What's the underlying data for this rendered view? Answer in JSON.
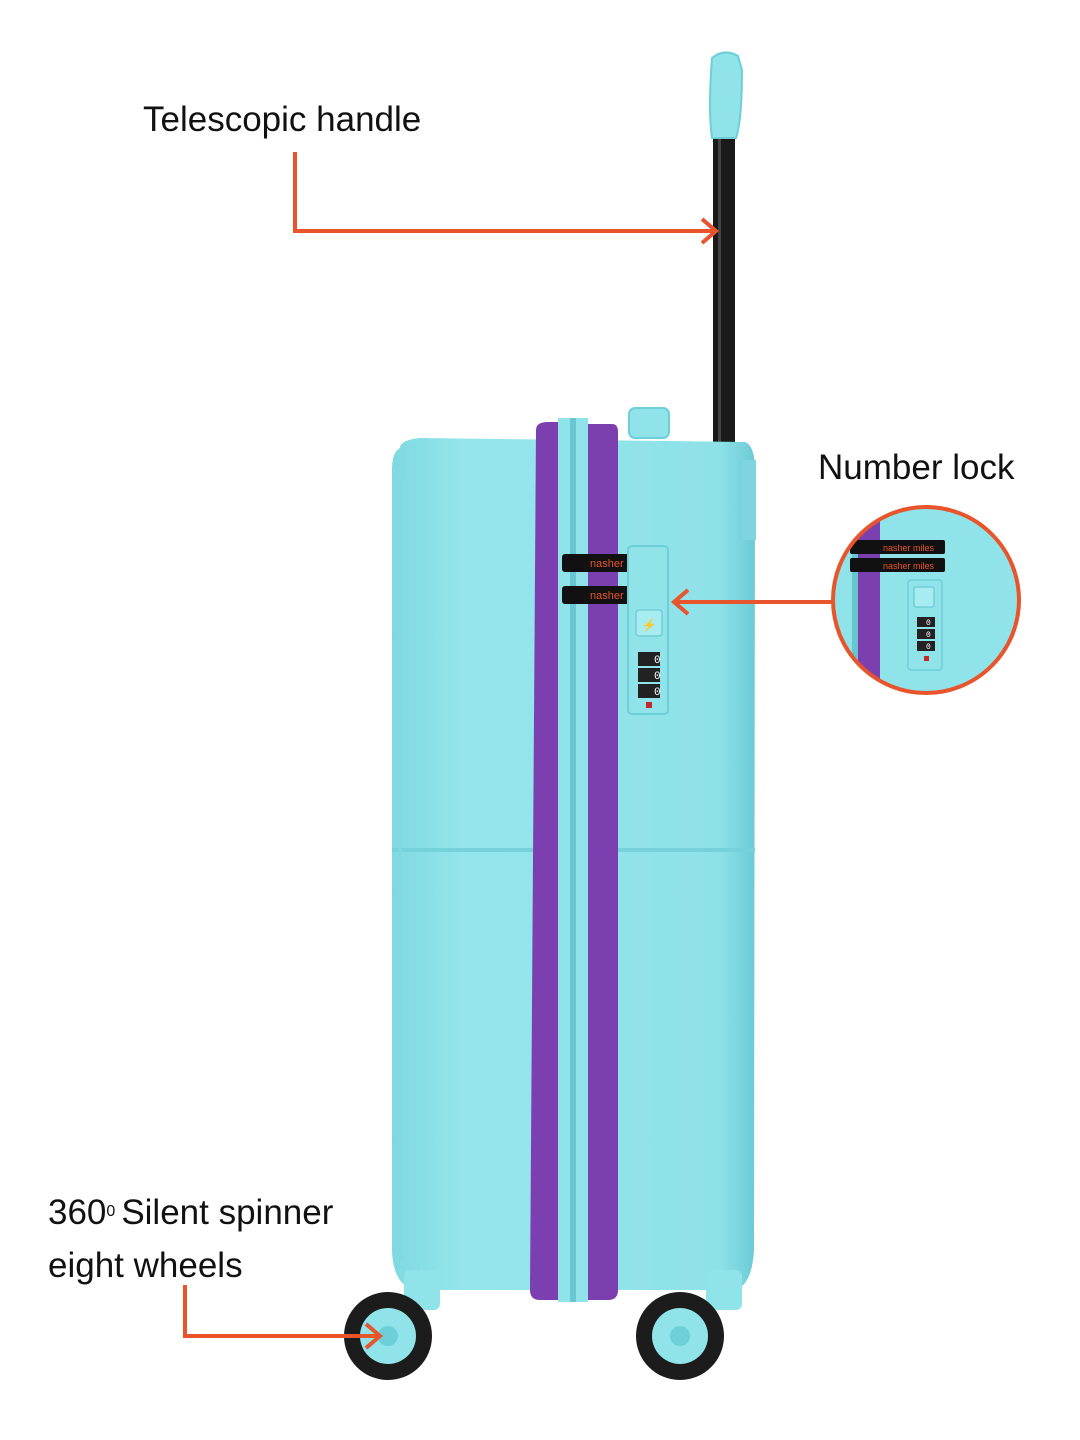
{
  "callouts": {
    "handle": "Telescopic handle",
    "lock": "Number lock",
    "wheels_number": "360",
    "wheels_degree": "0",
    "wheels_line1": "Silent spinner",
    "wheels_line2": "eight wheels"
  },
  "brand": {
    "tag_text": "nasher miles"
  },
  "lock_digits": [
    "0",
    "0",
    "0"
  ],
  "colors": {
    "shell": "#8fe3e9",
    "shell_shadow": "#6fcfd8",
    "zipper_trim": "#7b3fb0",
    "callout_arrow": "#e8542b",
    "handle_bar": "#1a1a1a",
    "wheel": "#1c1c1c"
  }
}
